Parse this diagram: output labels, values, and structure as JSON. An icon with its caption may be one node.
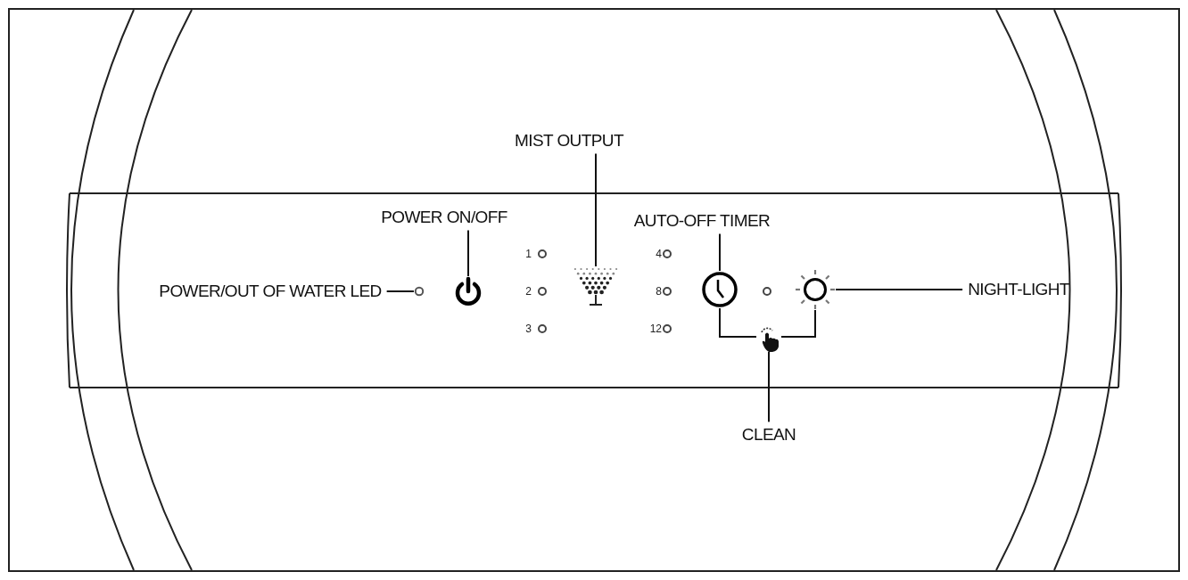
{
  "diagram": {
    "nodes": [
      {
        "text": [
          "POWER/OUT OF WATER LED"
        ]
      },
      {
        "text": [],
        "shape": "circle"
      },
      {
        "text": [
          "POWER ON/OFF"
        ]
      },
      {
        "text": [],
        "shape": "picture"
      },
      {
        "text": [
          "MIST OUTPUT"
        ]
      },
      {
        "text": [],
        "shape": "picture"
      },
      {
        "text": [
          "AUTO-OFF TIMER"
        ]
      },
      {
        "text": [],
        "shape": "picture"
      },
      {
        "text": [],
        "shape": "picture"
      },
      {
        "text": [
          "NIGHT-LIGHT"
        ]
      },
      {
        "text": [
          "CLEAN"
        ]
      },
      {
        "text": [],
        "shape": "picture"
      }
    ],
    "edges": [
      {
        "from": 0,
        "to": 1,
        "arrow": "none"
      },
      {
        "from": 2,
        "to": 3,
        "arrow": "none"
      },
      {
        "from": 4,
        "to": 5,
        "arrow": "none"
      },
      {
        "from": 6,
        "to": 7,
        "arrow": "none"
      },
      {
        "from": 9,
        "to": 8,
        "arrow": "none"
      },
      {
        "from": 10,
        "to": 11,
        "arrow": "none"
      },
      {
        "from": 11,
        "to": 7,
        "arrow": "none"
      },
      {
        "from": 11,
        "to": 8,
        "arrow": "none"
      }
    ],
    "labels": [
      "1",
      "4",
      "2",
      "8",
      "3",
      "12"
    ]
  }
}
